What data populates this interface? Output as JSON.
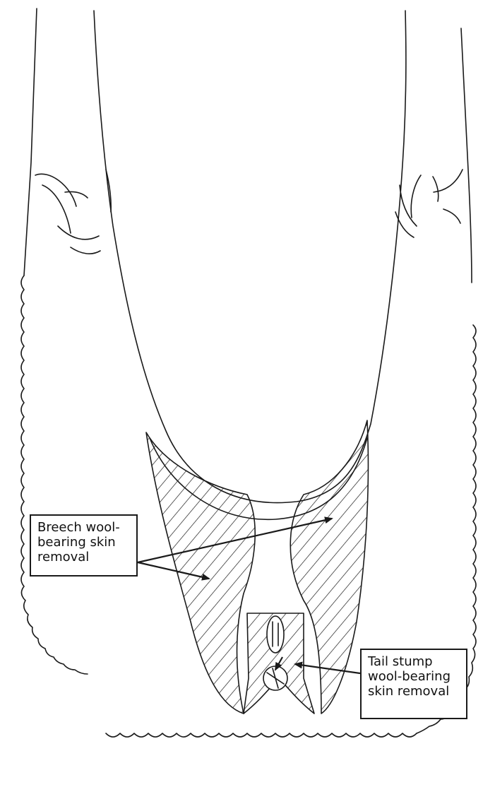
{
  "labels": {
    "breech": {
      "lines": [
        "Breech wool-",
        "bearing skin",
        "removal"
      ]
    },
    "tail": {
      "lines": [
        "Tail stump",
        "wool-bearing",
        "skin removal"
      ]
    }
  },
  "colors": {
    "line": "#1a1a1a",
    "background": "#ffffff"
  }
}
